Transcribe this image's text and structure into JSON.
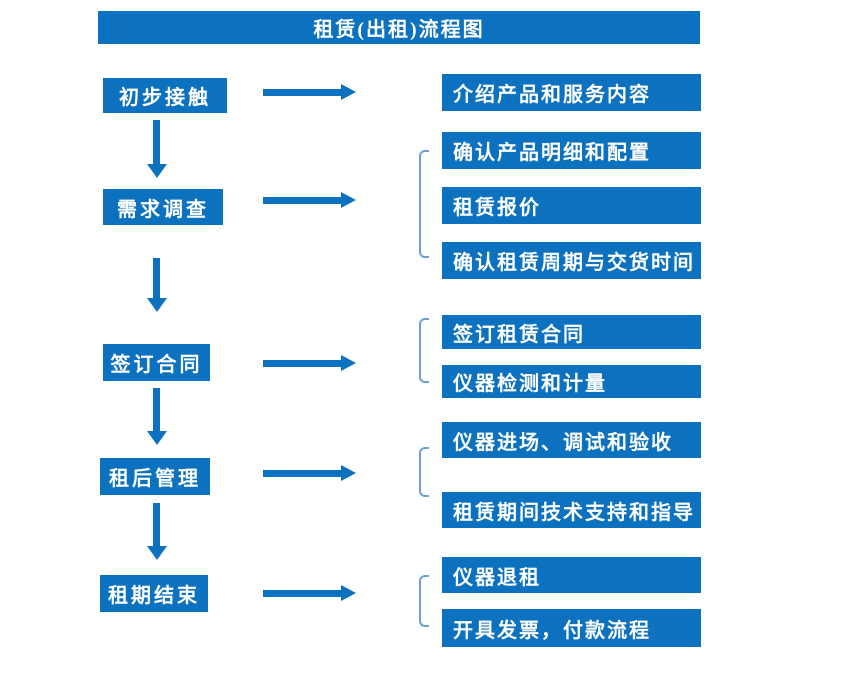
{
  "title": "租赁(出租)流程图",
  "colors": {
    "primary": "#0C72BF",
    "bracket": "#6FA0D2",
    "box_text": "#FFFFFF",
    "background": "#FFFFFF"
  },
  "icons": {
    "arrow_right": "solid-right-arrow",
    "arrow_down": "solid-down-arrow",
    "bracket_left": "rounded-left-square-bracket"
  },
  "rows": [
    {
      "step": "初步接触",
      "outputs": [
        "介绍产品和服务内容"
      ]
    },
    {
      "step": "需求调查",
      "outputs": [
        "确认产品明细和配置",
        "租赁报价",
        "确认租赁周期与交货时间"
      ]
    },
    {
      "step": "签订合同",
      "outputs": [
        "签订租赁合同",
        "仪器检测和计量"
      ]
    },
    {
      "step": "租后管理",
      "outputs": [
        "仪器进场、调试和验收",
        "租赁期间技术支持和指导"
      ]
    },
    {
      "step": "租期结束",
      "outputs": [
        "仪器退租",
        "开具发票，付款流程"
      ]
    }
  ]
}
